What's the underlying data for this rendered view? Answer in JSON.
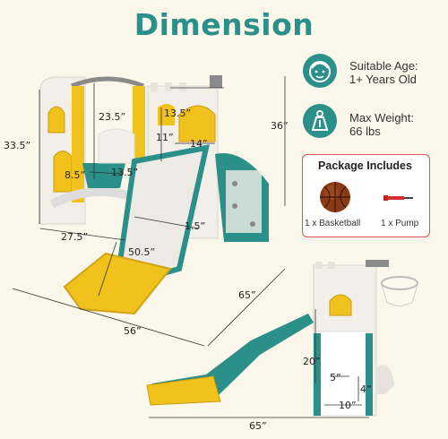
{
  "header": {
    "title": "Dimension"
  },
  "specs": [
    {
      "icon": "child-face-icon",
      "label": "Suitable Age:",
      "value": "1+ Years Old"
    },
    {
      "icon": "weight-icon",
      "label": "Max Weight:",
      "value": "66 lbs"
    }
  ],
  "package": {
    "title": "Package Includes",
    "items": [
      {
        "icon": "basketball-icon",
        "label": "1 x Basketball"
      },
      {
        "icon": "pump-icon",
        "label": "1 x Pump"
      }
    ]
  },
  "dimensions": {
    "left_height": "33.5”",
    "swing_height": "23.5”",
    "tower_width": "13.5”",
    "tower_window": "11”",
    "platform": "14”",
    "right_height": "36”",
    "seat_height": "8.5”",
    "seat_width": "13.5”",
    "slide_height": "1.5”",
    "swing_depth": "27.5”",
    "slide_length": "50.5”",
    "side_length": "65”",
    "front_width": "56”",
    "stair_height": "20”",
    "step_width": "5”",
    "step_gap": "4”",
    "stair_base": "10”",
    "bottom_length": "65”"
  },
  "colors": {
    "teal": "#2b8f8a",
    "yellow": "#f2c21c",
    "accent_red": "#e05050",
    "background": "#fbf7ea"
  }
}
